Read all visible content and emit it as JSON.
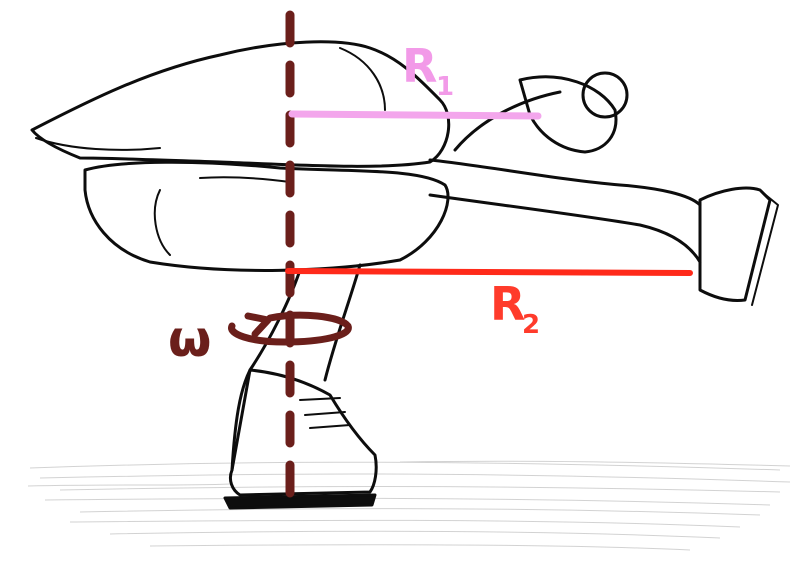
{
  "labels": {
    "r1": "R",
    "r1_sub": "1",
    "r2": "R",
    "r2_sub": "2",
    "omega": "ω"
  },
  "colors": {
    "axis": "#6b1f1b",
    "r1_line": "#f3a6ec",
    "r1_text": "#f29ae8",
    "r2_line": "#ff2a1a",
    "r2_text": "#ff3b2b",
    "omega": "#6b1f1b",
    "ink": "#0d0d0d",
    "ice": "#bdbdbd"
  },
  "icons": {
    "rotation": "curved-arrow-icon"
  }
}
